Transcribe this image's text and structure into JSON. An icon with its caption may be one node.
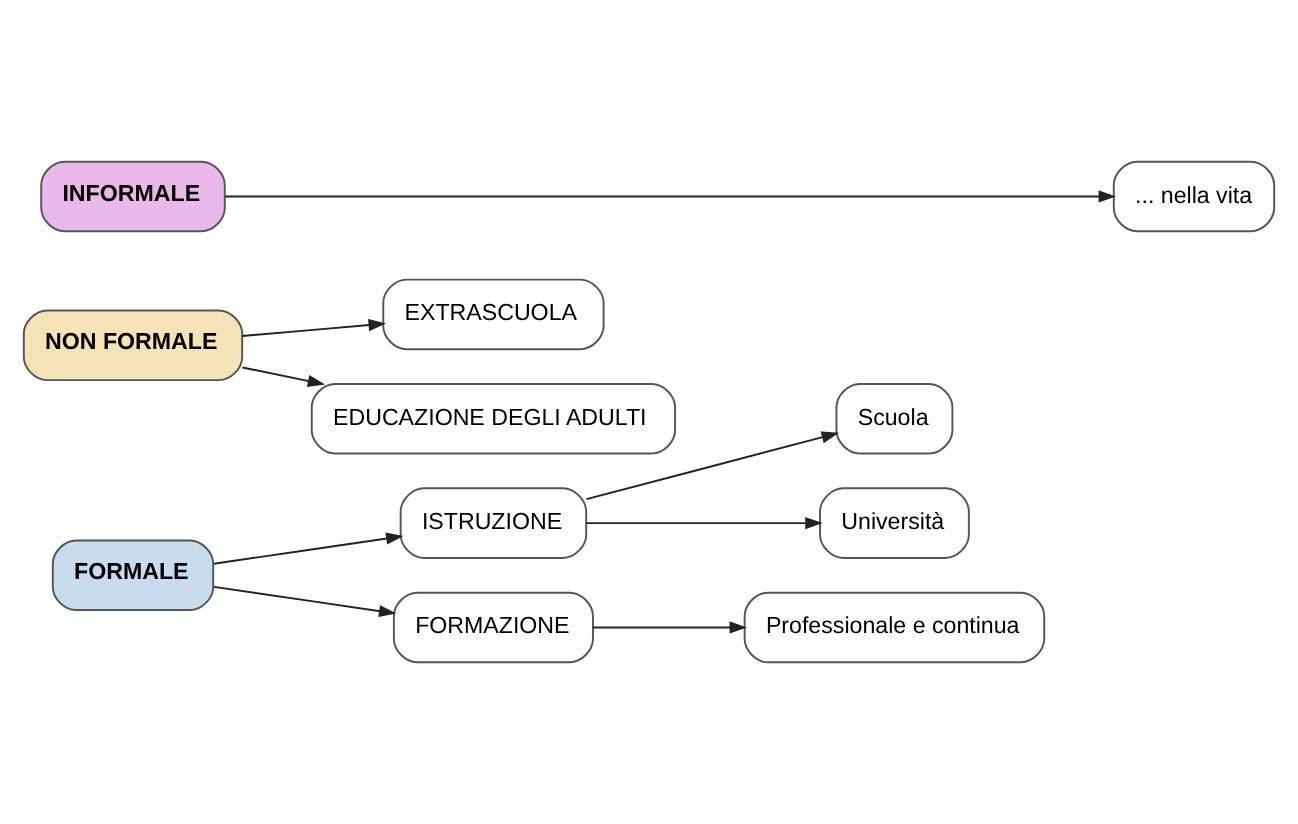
{
  "diagram": {
    "nodes": [
      {
        "text": [
          "FORMALE"
        ]
      },
      {
        "text": [
          "ISTRUZIONE"
        ]
      },
      {
        "text": [
          "FORMAZIONE"
        ]
      },
      {
        "text": [
          "Scuola"
        ]
      },
      {
        "text": [
          "Università"
        ]
      },
      {
        "text": [
          "Professionale e continua"
        ]
      },
      {
        "text": [
          "NON FORMALE"
        ]
      },
      {
        "text": [
          "EXTRASCUOLA"
        ]
      },
      {
        "text": [
          "EDUCAZIONE DEGLI ADULTI"
        ]
      },
      {
        "text": [
          "INFORMALE"
        ]
      },
      {
        "text": [
          "... nella vita"
        ]
      }
    ],
    "edges": [
      {
        "from": 0,
        "to": 1,
        "arrow": "to"
      },
      {
        "from": 0,
        "to": 2,
        "arrow": "to"
      },
      {
        "from": 1,
        "to": 3,
        "arrow": "to"
      },
      {
        "from": 1,
        "to": 4,
        "arrow": "to"
      },
      {
        "from": 2,
        "to": 5,
        "arrow": "to"
      },
      {
        "from": 6,
        "to": 7,
        "arrow": "to"
      },
      {
        "from": 6,
        "to": 8,
        "arrow": "to"
      },
      {
        "from": 9,
        "to": 10,
        "arrow": "to"
      }
    ]
  }
}
